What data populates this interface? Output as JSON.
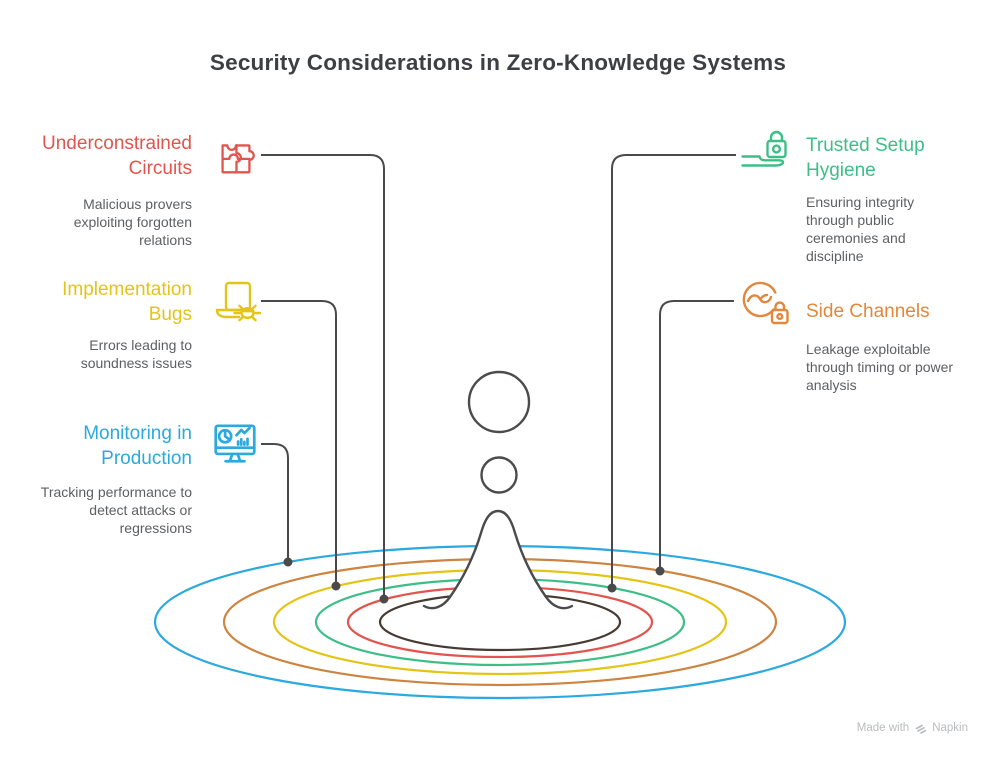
{
  "title": "Security Considerations in Zero-Knowledge Systems",
  "colors": {
    "ripple_blue": "#2ca9de",
    "ripple_brown": "#cd8440",
    "ripple_yellow": "#e4c416",
    "ripple_green": "#3ebe87",
    "ripple_red": "#e2544e",
    "ripple_dark": "#463b33",
    "connector": "#4a4a4a",
    "splash": "#4b4b4b",
    "title_text": "#3d3f42",
    "body_text": "#5d5f62",
    "watermark": "#b9bcbe",
    "background": "#ffffff"
  },
  "items": [
    {
      "key": "underconstrained-circuits",
      "heading": "Underconstrained Circuits",
      "description": "Malicious provers exploiting forgotten relations",
      "color": "#e2544e",
      "ripple": "red",
      "icon": "puzzle-icon"
    },
    {
      "key": "implementation-bugs",
      "heading": "Implementation Bugs",
      "description": "Errors leading to soundness issues",
      "color": "#e4c416",
      "ripple": "yellow",
      "icon": "laptop-bug-icon"
    },
    {
      "key": "monitoring-in-production",
      "heading": "Monitoring in Production",
      "description": "Tracking performance to detect attacks or regressions",
      "color": "#2ca9de",
      "ripple": "blue",
      "icon": "monitor-chart-icon"
    },
    {
      "key": "trusted-setup-hygiene",
      "heading": "Trusted Setup Hygiene",
      "description": "Ensuring integrity through public ceremonies and discipline",
      "color": "#3ebe87",
      "ripple": "green",
      "icon": "lock-sweep-icon"
    },
    {
      "key": "side-channels",
      "heading": "Side Channels",
      "description": "Leakage exploitable through timing or power analysis",
      "color": "#e2873b",
      "ripple": "orange",
      "icon": "wave-lock-icon"
    }
  ],
  "watermark": {
    "text": "Made with",
    "brand": "Napkin"
  }
}
